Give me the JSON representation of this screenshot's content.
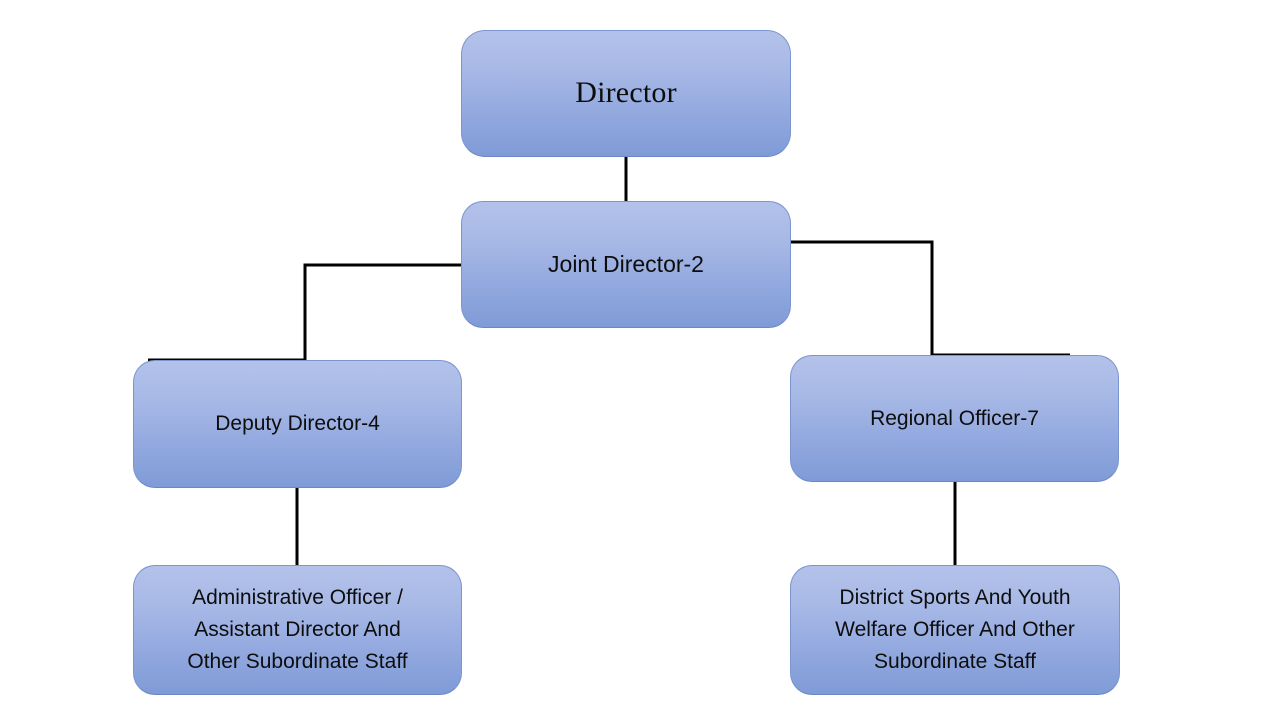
{
  "chart_data": {
    "type": "diagram",
    "diagram_kind": "organizational-chart",
    "title": "",
    "background_color": "#ffffff",
    "node_fill_top": "#b3c2ea",
    "node_fill_bottom": "#7f9bd7",
    "node_border_color": "#7b95cf",
    "connector_color": "#000000",
    "nodes": [
      {
        "id": "director",
        "label": "Director",
        "level": 0
      },
      {
        "id": "joint-director",
        "label": "Joint Director-2",
        "level": 1
      },
      {
        "id": "deputy-director",
        "label": "Deputy Director-4",
        "level": 2
      },
      {
        "id": "regional-officer",
        "label": "Regional Officer-7",
        "level": 2
      },
      {
        "id": "admin-officer",
        "label": "Administrative Officer /\nAssistant Director And\nOther Subordinate Staff",
        "level": 3
      },
      {
        "id": "district-sports",
        "label": "District Sports And Youth\nWelfare Officer And Other\nSubordinate Staff",
        "level": 3
      }
    ],
    "edges": [
      {
        "from": "director",
        "to": "joint-director"
      },
      {
        "from": "joint-director",
        "to": "deputy-director"
      },
      {
        "from": "joint-director",
        "to": "regional-officer"
      },
      {
        "from": "deputy-director",
        "to": "admin-officer"
      },
      {
        "from": "regional-officer",
        "to": "district-sports"
      }
    ]
  },
  "nodes": {
    "director": {
      "label": "Director"
    },
    "joint_director": {
      "label": "Joint Director-2"
    },
    "deputy_director": {
      "label": "Deputy Director-4"
    },
    "regional_officer": {
      "label": "Regional Officer-7"
    },
    "admin_officer": {
      "label": "Administrative Officer /\nAssistant Director And\nOther Subordinate Staff"
    },
    "district_sports": {
      "label": "District Sports And Youth\nWelfare Officer And Other\nSubordinate Staff"
    }
  }
}
